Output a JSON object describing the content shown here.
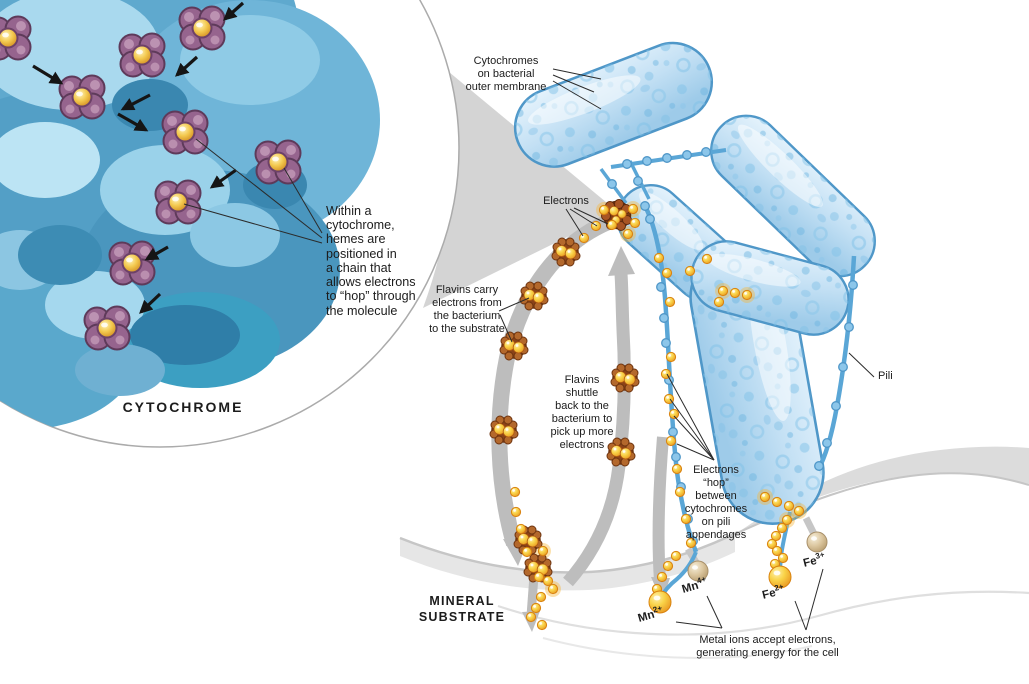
{
  "inset": {
    "title": "CYTOCHROME",
    "note": "Within a\ncytochrome,\nhemes are\npositioned in\na chain that\nallows electrons\nto “hop” through\nthe molecule"
  },
  "main": {
    "cytochromes_membrane": "Cytochromes\non bacterial\nouter membrane",
    "electrons": "Electrons",
    "flavins_carry": "Flavins carry\nelectrons from\nthe bacterium\nto the substrate",
    "flavins_shuttle": "Flavins\nshuttle\nback to the\nbacterium to\npick up more\nelectrons",
    "pili": "Pili",
    "electrons_hop": "Electrons\n“hop”\nbetween\ncytochromes\non pili\nappendages",
    "mineral_substrate": "MINERAL\nSUBSTRATE",
    "metal_ions_note": "Metal ions accept electrons,\ngenerating energy for the cell",
    "ions": [
      {
        "base": "Mn",
        "sup": "2+"
      },
      {
        "base": "Mn",
        "sup": "4+"
      },
      {
        "base": "Fe",
        "sup": "2+"
      },
      {
        "base": "Fe",
        "sup": "3+"
      }
    ]
  },
  "colors": {
    "bacteria_fill": "#c9e3f5",
    "bacteria_outline": "#4f97c8",
    "protein_blue": "#53a0c8",
    "heme_purple": "#96648e",
    "heme_center_yellow": "#f3c94f",
    "electron_yellow": "#fbd44c",
    "electron_rim": "#d9820f",
    "flavin_brown": "#8a4218",
    "metal_tan": "#d9c39c",
    "band_gray": "#bdbdbd",
    "cone_gray": "#d4d4d4",
    "substrate_gray": "#c6c6c6",
    "text": "#1c1c1c"
  }
}
